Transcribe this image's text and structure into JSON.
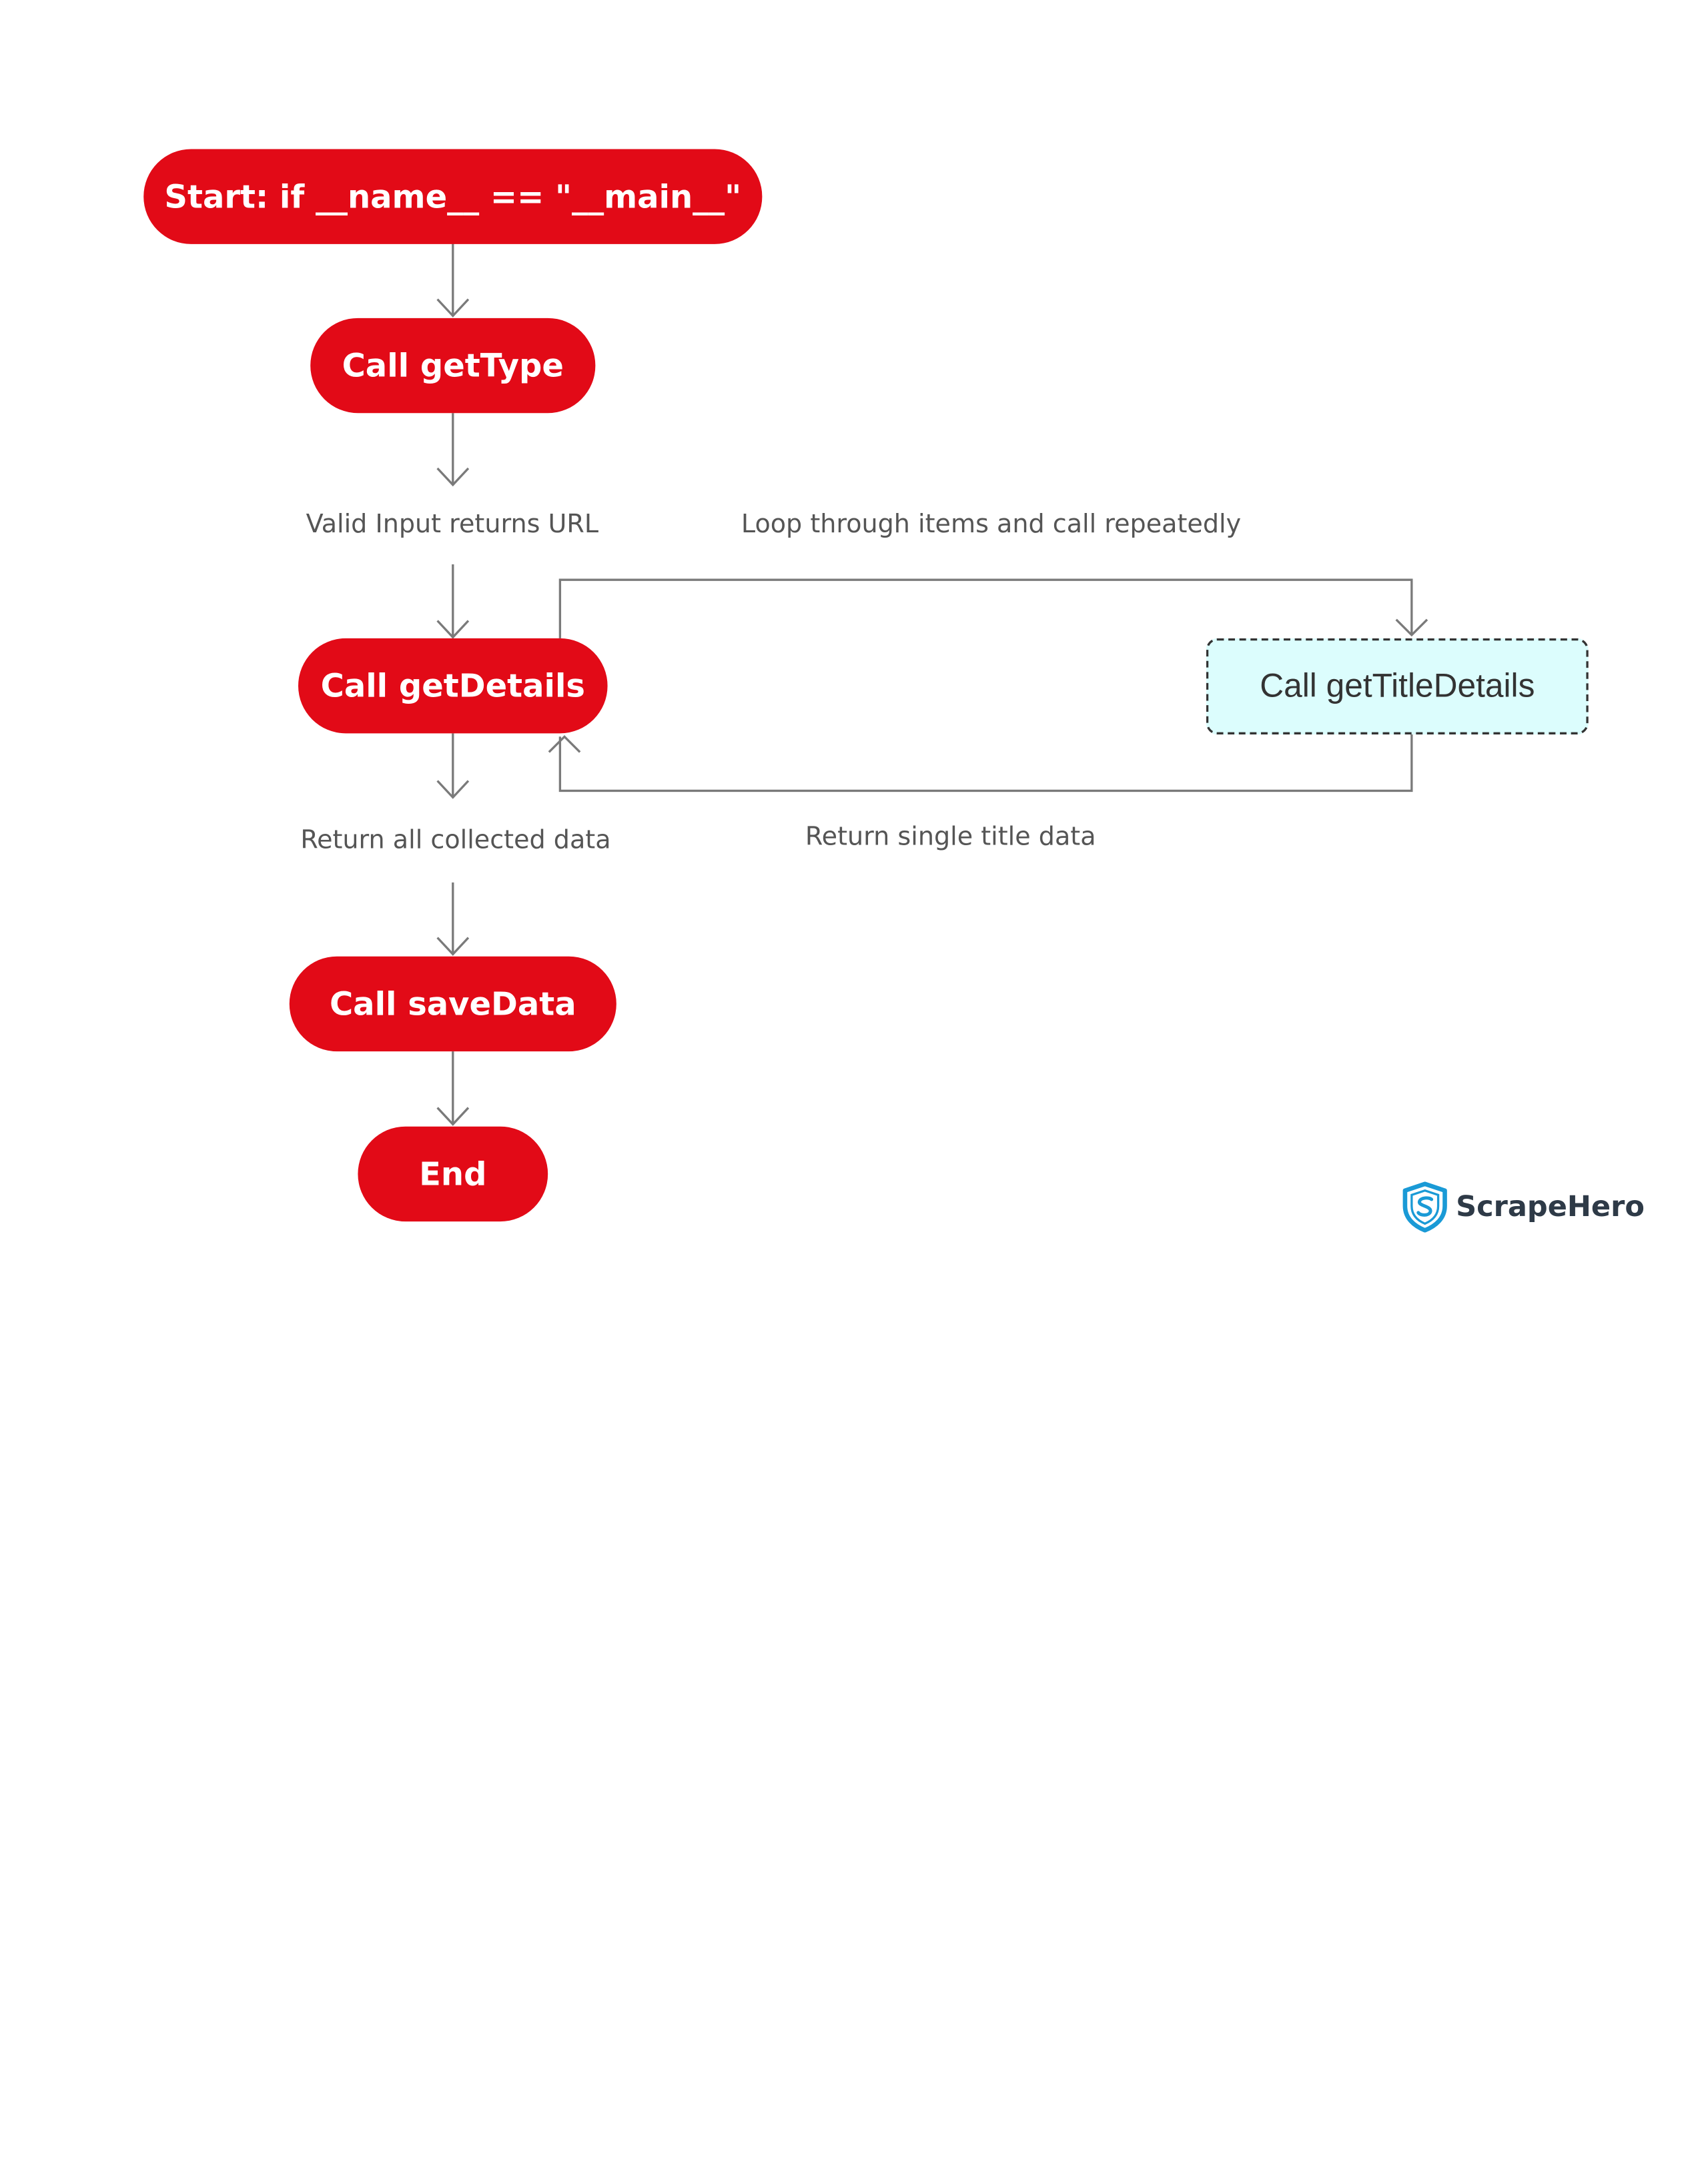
{
  "nodes": {
    "start": "Start: if __name__ == \"__main__\"",
    "get_type": "Call getType",
    "get_details": "Call getDetails",
    "get_title_details": "Call getTitleDetails",
    "save_data": "Call saveData",
    "end": "End"
  },
  "edge_labels": {
    "valid_input": "Valid Input returns URL",
    "loop_items": "Loop through items and call repeatedly",
    "return_all": "Return all collected data",
    "return_single": "Return single title data"
  },
  "logo": {
    "text": "ScrapeHero",
    "icon": "shield-s-icon"
  },
  "colors": {
    "node_fill": "#e20a17",
    "node_text": "#ffffff",
    "dashed_fill": "#dcfdfd",
    "connector": "#7a7a7a",
    "label_text": "#555555",
    "logo_blue": "#1a9ad6"
  }
}
